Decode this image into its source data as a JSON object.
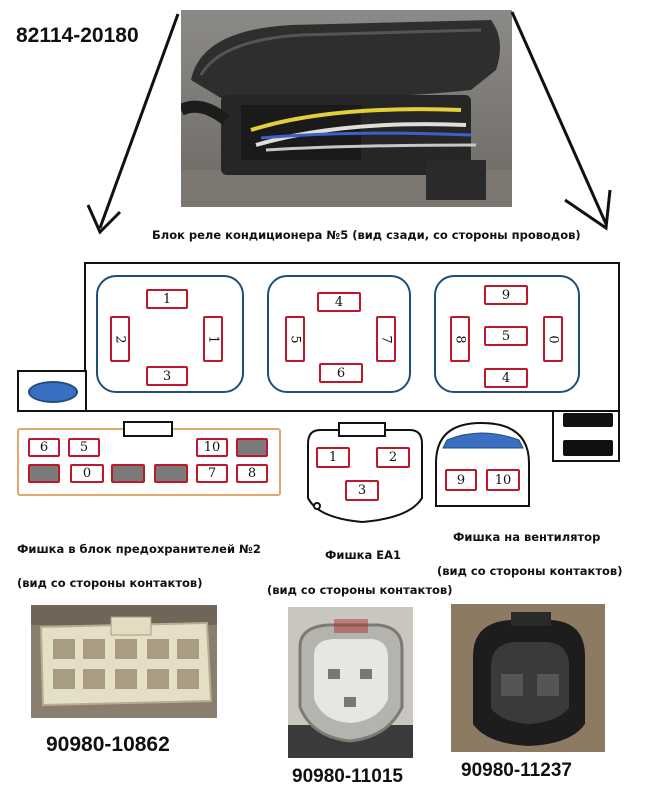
{
  "top_code": "82114-20180",
  "relay_block_caption": "Блок реле кондиционера №5 (вид сзади, со стороны проводов)",
  "relays": [
    {
      "top": "1",
      "left": "2",
      "right": "1",
      "bottom": "3"
    },
    {
      "top": "4",
      "left": "5",
      "right": "7",
      "bottom": "6"
    },
    {
      "top": "9",
      "left": "8",
      "center": "5",
      "right": "0",
      "bottom": "4"
    }
  ],
  "fuse_connector": {
    "row1": [
      "6",
      "5",
      "",
      "",
      "10",
      ""
    ],
    "row2": [
      "",
      "0",
      "",
      "",
      "7",
      "8"
    ],
    "caption": "Фишка в блок предохранителей №2",
    "subcaption": "(вид со стороны контактов)",
    "part_number": "90980-10862"
  },
  "ea1_connector": {
    "pins": [
      "1",
      "2",
      "3"
    ],
    "caption": "Фишка EA1",
    "subcaption": "(вид со стороны контактов)",
    "part_number": "90980-11015"
  },
  "fan_connector": {
    "pins": [
      "9",
      "10"
    ],
    "caption": "Фишка на вентилятор",
    "subcaption": "(вид со стороны контактов)",
    "part_number": "90980-11237"
  },
  "colors": {
    "pin_border": "#c0182a",
    "relay_border": "#1f4e79",
    "fuse_border": "#e0a86a",
    "blue_oval": "#3a6fc4"
  }
}
